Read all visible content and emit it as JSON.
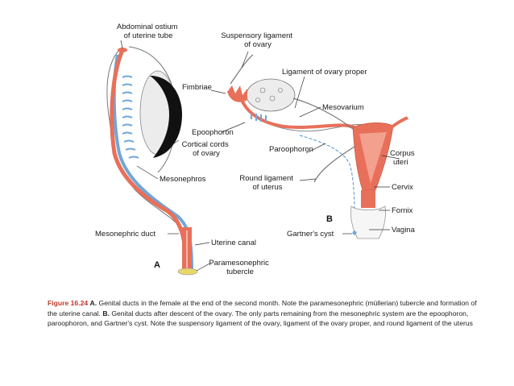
{
  "panels": {
    "a": "A",
    "b": "B"
  },
  "labels_a": {
    "abdominal_ostium": [
      "Abdominal ostium",
      "of uterine tube"
    ],
    "fimbriae": "Fimbriae",
    "epoophoron": "Epoophoron",
    "cortical_cords": [
      "Cortical cords",
      "of ovary"
    ],
    "mesonephros": "Mesonephros",
    "mesonephric_duct": "Mesonephric duct",
    "uterine_canal": "Uterine canal",
    "paramesonephric_tubercle": [
      "Paramesonephric",
      "tubercle"
    ]
  },
  "labels_b": {
    "suspensory_ligament": [
      "Suspensory ligament",
      "of ovary"
    ],
    "ligament_ovary_proper": "Ligament of ovary proper",
    "mesovarium": "Mesovarium",
    "paroophoron": "Paroophoron",
    "corpus_uteri": [
      "Corpus",
      "uteri"
    ],
    "round_ligament": [
      "Round ligament",
      "of uterus"
    ],
    "cervix": "Cervix",
    "fornix": "Fornix",
    "gartners_cyst": "Gartner's cyst",
    "vagina": "Vagina"
  },
  "caption": {
    "figure": "Figure 16.24",
    "a_letter": "A.",
    "a_text": "Genital ducts in the female at the end of the second month. Note the paramesonephric (müllerian) tubercle and formation of the uterine canal.",
    "b_letter": "B.",
    "b_text": "Genital ducts after descent of the ovary. The only parts remaining from the mesonephric system are the epoophoron, paroophoron, and Gartner's cyst. Note the suspensory ligament of the ovary, ligament of the ovary proper, and round ligament of the uterus"
  },
  "colors": {
    "paramesonephric_duct": "#e8705a",
    "mesonephric_duct": "#6fa6d6",
    "ovary_fill": "#ececec",
    "cortical_cords": "#111111",
    "yellow_tubercle": "#e8d66a"
  }
}
